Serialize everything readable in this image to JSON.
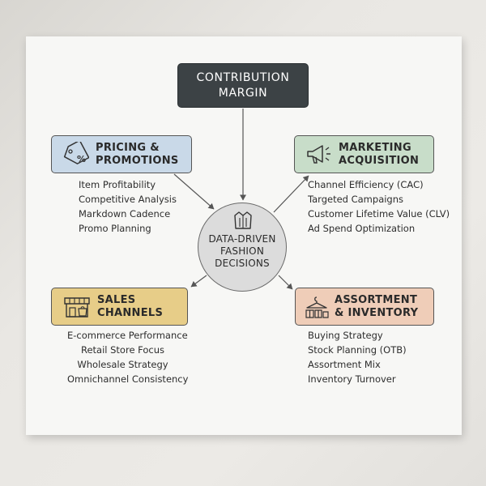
{
  "top_node": {
    "label_line1": "CONTRIBUTION",
    "label_line2": "MARGIN"
  },
  "center_node": {
    "line1": "DATA-DRIVEN",
    "line2": "FASHION",
    "line3": "DECISIONS",
    "icon": "jacket-icon"
  },
  "pricing": {
    "line1": "PRICING &",
    "line2": "PROMOTIONS",
    "icon": "price-tag-icon",
    "color": "#c9d9e8",
    "items": [
      "Item Profitability",
      "Competitive Analysis",
      "Markdown Cadence",
      "Promo Planning"
    ]
  },
  "marketing": {
    "line1": "MARKETING",
    "line2": "ACQUISITION",
    "icon": "megaphone-icon",
    "color": "#c8ddc9",
    "items": [
      "Channel Efficiency (CAC)",
      "Targeted Campaigns",
      "Customer Lifetime Value (CLV)",
      "Ad Spend Optimization"
    ]
  },
  "sales": {
    "line1": "SALES",
    "line2": "CHANNELS",
    "icon": "storefront-icon",
    "color": "#e7cd88",
    "items": [
      "E-commerce Performance",
      "Retail Store Focus",
      "Wholesale Strategy",
      "Omnichannel Consistency"
    ]
  },
  "assortment": {
    "line1": "ASSORTMENT",
    "line2": "& INVENTORY",
    "icon": "hanger-boxes-icon",
    "color": "#efcdb8",
    "items": [
      "Buying Strategy",
      "Stock Planning (OTB)",
      "Assortment Mix",
      "Inventory Turnover"
    ]
  }
}
